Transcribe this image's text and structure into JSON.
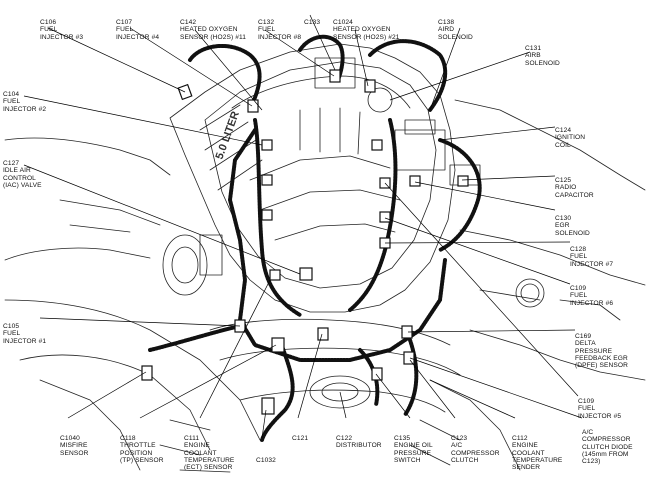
{
  "labels": [
    {
      "id": "c106",
      "code": "C106",
      "desc": "FUEL\nINJECTOR #3"
    },
    {
      "id": "c107",
      "code": "C107",
      "desc": "FUEL\nINJECTOR #4"
    },
    {
      "id": "c142",
      "code": "C142",
      "desc": "HEATED OXYGEN\nSENSOR (HO2S) #11"
    },
    {
      "id": "c132",
      "code": "C132",
      "desc": "FUEL\nINJECTOR #8"
    },
    {
      "id": "c133",
      "code": "C133",
      "desc": ""
    },
    {
      "id": "c1024",
      "code": "C1024",
      "desc": "HEATED OXYGEN\nSENSOR (HO2S) #21"
    },
    {
      "id": "c138",
      "code": "C138",
      "desc": "AIRD\nSOLENOID"
    },
    {
      "id": "c131",
      "code": "C131",
      "desc": "AIRB\nSOLENOID"
    },
    {
      "id": "c104",
      "code": "C104",
      "desc": "FUEL\nINJECTOR #2"
    },
    {
      "id": "c127",
      "code": "C127",
      "desc": "IDLE AIR\nCONTROL\n(IAC) VALVE"
    },
    {
      "id": "c124",
      "code": "C124",
      "desc": "IGNITION\nCOIL"
    },
    {
      "id": "c125",
      "code": "C125",
      "desc": "RADIO\nCAPACITOR"
    },
    {
      "id": "c130",
      "code": "C130",
      "desc": "EGR\nSOLENOID"
    },
    {
      "id": "c128",
      "code": "C128",
      "desc": "FUEL\nINJECTOR #7"
    },
    {
      "id": "c109a",
      "code": "C109",
      "desc": "FUEL\nINJECTOR #6"
    },
    {
      "id": "c105",
      "code": "C105",
      "desc": "FUEL\nINJECTOR #1"
    },
    {
      "id": "c169",
      "code": "C169",
      "desc": "DELTA\nPRESSURE\nFEEDBACK EGR\n(DPFE) SENSOR"
    },
    {
      "id": "c109b",
      "code": "C109",
      "desc": "FUEL\nINJECTOR #5"
    },
    {
      "id": "clutchdiode",
      "code": "",
      "desc": "A/C\nCOMPRESSOR\nCLUTCH DIODE\n(145mm FROM\nC123)"
    },
    {
      "id": "c1040",
      "code": "C1040",
      "desc": "MISFIRE\nSENSOR"
    },
    {
      "id": "c118",
      "code": "C118",
      "desc": "THROTTLE\nPOSITION\n(TP) SENSOR"
    },
    {
      "id": "c111",
      "code": "C111",
      "desc": "ENGINE\nCOOLANT\nTEMPERATURE\n(ECT) SENSOR"
    },
    {
      "id": "c121",
      "code": "C121",
      "desc": ""
    },
    {
      "id": "c122",
      "code": "C122",
      "desc": "DISTRIBUTOR"
    },
    {
      "id": "c135",
      "code": "C135",
      "desc": "ENGINE OIL\nPRESSURE\nSWITCH"
    },
    {
      "id": "c123",
      "code": "C123",
      "desc": "A/C\nCOMPRESSOR\nCLUTCH"
    },
    {
      "id": "c112",
      "code": "C112",
      "desc": "ENGINE\nCOOLANT\nTEMPERATURE\nSENDER"
    },
    {
      "id": "c1032",
      "code": "C1032",
      "desc": ""
    }
  ],
  "engine_logo_text": "5.0 LITER"
}
